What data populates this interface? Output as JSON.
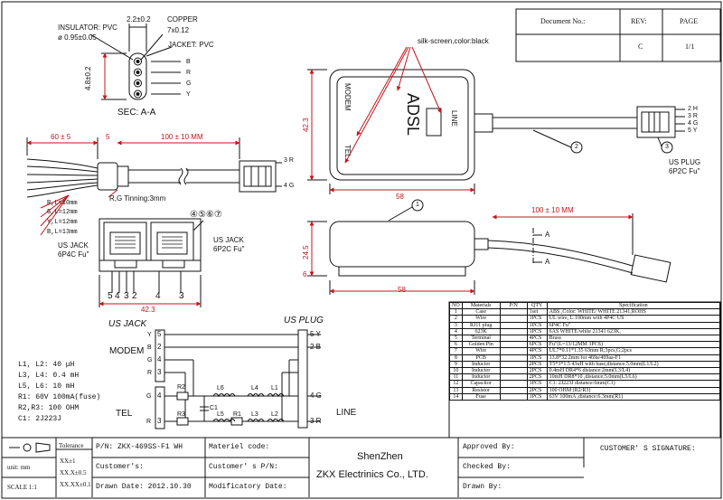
{
  "header": {
    "document_no_label": "Document No.:",
    "rev_label": "REV:",
    "page_label": "PAGE",
    "rev_value": "C",
    "page_value": "1/1"
  },
  "section": {
    "insulator_label": "INSULATOR: PVC",
    "insulator_dia": "ø 0.95±0.05",
    "width_dim": "2.2±0.2",
    "copper_label": "COPPER",
    "copper_spec": "7x0.12",
    "jacket_label": "JACKET: PVC",
    "height_dim": "4.8±0.2",
    "wires": [
      "B",
      "R",
      "G",
      "Y"
    ],
    "title": "SEC: A-A"
  },
  "box": {
    "silkscreen_label": "silk-screen,color:black",
    "adsl": "ADSL",
    "line": "LINE",
    "modem": "MODEM",
    "tel": "TEL",
    "height_dim": "42.3",
    "width_dim": "58",
    "callout_1": "1",
    "callout_2": "2",
    "callout_3": "3"
  },
  "plug_top": {
    "pins": [
      "2 H",
      "3 R",
      "4 G",
      "5 Y"
    ],
    "name": "US PLUG",
    "spec": "6P2C Fu\""
  },
  "cable_left": {
    "strip_dim": "60 ± 5",
    "gap_dim": "5",
    "length_dim": "100 ± 10 MM",
    "plug_pins": [
      "3 R",
      "4 G"
    ],
    "tinning": "R,G Tinning:3mm",
    "lengths": [
      "R,L=10mm",
      "G,L=12mm",
      "Y,L=12mm",
      "B,L=13mm"
    ]
  },
  "jacks": {
    "callouts": "④⑤⑥⑦",
    "left_name": "US JACK",
    "left_spec": "6P4C Fu\"",
    "right_name": "US JACK",
    "right_spec": "6P2C Fu\"",
    "left_pins": [
      "5",
      "4",
      "3",
      "2"
    ],
    "right_pins": [
      "4",
      "3"
    ],
    "width_dim": "42.3"
  },
  "side_view": {
    "cable_dim": "100 ± 10 MM",
    "height_dim": "24.5",
    "foot_dim": "6",
    "width_dim": "58",
    "section_mark": "A",
    "callout": "1"
  },
  "schematic": {
    "jack_title": "US JACK",
    "plug_title": "US PLUG",
    "modem": "MODEM",
    "tel": "TEL",
    "line": "LINE",
    "modem_pins": [
      {
        "n": "5",
        "c": "Y"
      },
      {
        "n": "2",
        "c": "B"
      },
      {
        "n": "4",
        "c": "G"
      },
      {
        "n": "3",
        "c": "R"
      }
    ],
    "plug_pins": [
      "5 Y",
      "2 B",
      "4 G",
      "3 R"
    ],
    "tel_pins": [
      {
        "n": "4",
        "c": "G"
      },
      {
        "n": "3",
        "c": "R"
      }
    ],
    "components": [
      "R2",
      "L6",
      "L4",
      "L1",
      "C1",
      "R3",
      "L5",
      "R1",
      "L3",
      "L2"
    ]
  },
  "notes": [
    "L1, L2: 40 μH",
    "L3, L4: 0.4 mH",
    "L5, L6: 10 mH",
    "R1: 60V 100mA(fuse)",
    "R2,R3: 100 OHM",
    "C1: 2J223J"
  ],
  "bom": {
    "headers": [
      "NO",
      "Materials",
      "P/N",
      "QTY",
      "Specification"
    ],
    "rows": [
      [
        "1",
        "Case",
        "",
        "1set",
        "ABS ,Color: WHITE/ WHITE 21341,ROHS"
      ],
      [
        "2",
        "Wire",
        "",
        "1PCS",
        "UL wire, L:100mm with 4P4C US"
      ],
      [
        "3",
        "RJ11 plug",
        "",
        "1PCS",
        "6P4C Fu\""
      ],
      [
        "4",
        "623K",
        "",
        "1PCS",
        "6AS WHITE/white 21341 623K,"
      ],
      [
        "5",
        "Terminal",
        "",
        "4PCS",
        "Brass"
      ],
      [
        "6",
        "Golden Pin",
        "",
        "6PCS",
        "Fu\"(L=13/12MM 3PCS)"
      ],
      [
        "7",
        "Wire",
        "",
        "4PCS",
        "UL7*0.11*1.35 63mm R;3pcs,G;2pcs"
      ],
      [
        "8",
        "PCB",
        "",
        "1PCS",
        "13.8*32.2mm for 469a/469aa-F1"
      ],
      [
        "9",
        "Inductor",
        "",
        "2PCS",
        "T5*3*1.5  43uH with base,distance:5.0mm(L1/L2)"
      ],
      [
        "10",
        "Inductor",
        "",
        "2PCS",
        "0.4mH DR4*6 distance:2mm(L3/L4)"
      ],
      [
        "11",
        "Inductor",
        "",
        "2PCS",
        "10mH DR8*10 ,distance:5.0mm(L5/L6)"
      ],
      [
        "12",
        "Capacitor",
        "",
        "1PCS",
        "C1: 2J223J distance:6mm(C1)"
      ],
      [
        "13",
        "Resistor",
        "",
        "2PCS",
        "100 OHM  (R2/R3)"
      ],
      [
        "14",
        "Fuse",
        "",
        "1PCS",
        "63V 100mA ,distance:6.3mm(R1)"
      ]
    ]
  },
  "title_block": {
    "tolerance": "Tolerance",
    "tol_values": [
      "XX±1",
      "XX.X±0.5",
      "XX.XX±0.1"
    ],
    "unit": "unit: mm",
    "scale": "SCALE 1:1",
    "pn": "P/N: ZKX-469SS-F1 WH",
    "customer": "Customer's:",
    "drawn_date": "Drawn Date: 2012.10.30",
    "material_code": "Materiel code:",
    "customer_pn": "Customer' s  P/N:",
    "modificatory_date": "Modificatory Date:",
    "company_city": "ShenZhen",
    "company_name": "ZKX Electrinics Co., LTD.",
    "approved_by": "Approved By:",
    "checked_by": "Checked By:",
    "drawn_by": "Drawn By:",
    "customer_signature": "CUSTOMER' S SIGNATURE:"
  }
}
